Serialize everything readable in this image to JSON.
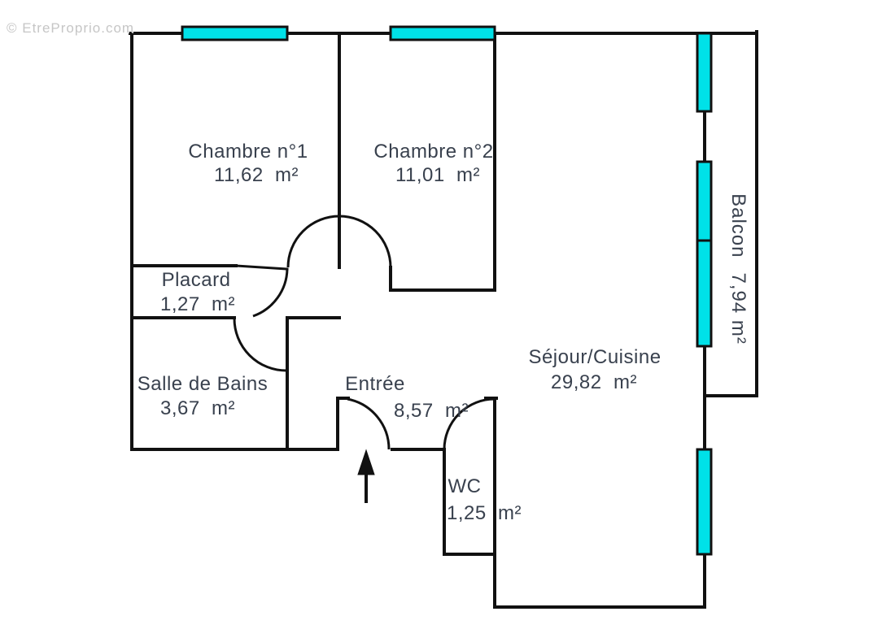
{
  "watermark": "© EtreProprio.com",
  "colors": {
    "wall": "#111111",
    "window": "#00e1e8",
    "label": "#39414e",
    "watermark": "#c6c6c6"
  },
  "rooms": [
    {
      "id": "chambre1",
      "name": "Chambre n°1",
      "area": "11,62  m²"
    },
    {
      "id": "chambre2",
      "name": "Chambre n°2",
      "area": "11,01  m²"
    },
    {
      "id": "placard",
      "name": "Placard",
      "area": "1,27  m²"
    },
    {
      "id": "salle-de-bains",
      "name": "Salle de Bains",
      "area": "3,67  m²"
    },
    {
      "id": "entree",
      "name": "Entrée",
      "area": "8,57  m²"
    },
    {
      "id": "sejour-cuisine",
      "name": "Séjour/Cuisine",
      "area": "29,82  m²"
    },
    {
      "id": "wc",
      "name": "WC",
      "area": "1,25  m²"
    },
    {
      "id": "balcon",
      "name": "Balcon",
      "area": "7,94 m²"
    }
  ]
}
